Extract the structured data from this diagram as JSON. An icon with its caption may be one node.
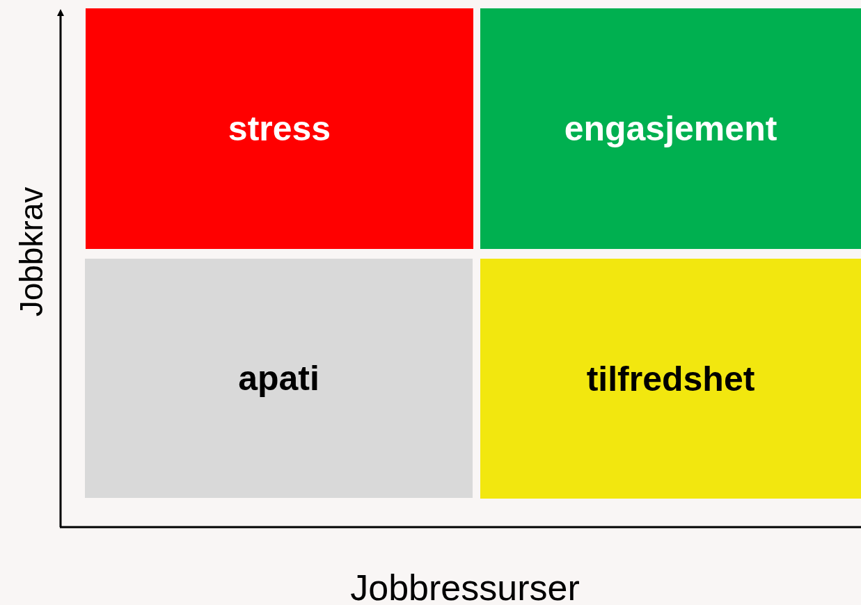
{
  "diagram": {
    "nodes": [
      {
        "text": [
          "stress"
        ]
      },
      {
        "text": [
          "engasjement"
        ]
      },
      {
        "text": [
          "apati"
        ]
      },
      {
        "text": [
          "tilfredshet"
        ]
      }
    ],
    "labels": [
      "Jobbkrav",
      "Jobbressurser"
    ]
  }
}
